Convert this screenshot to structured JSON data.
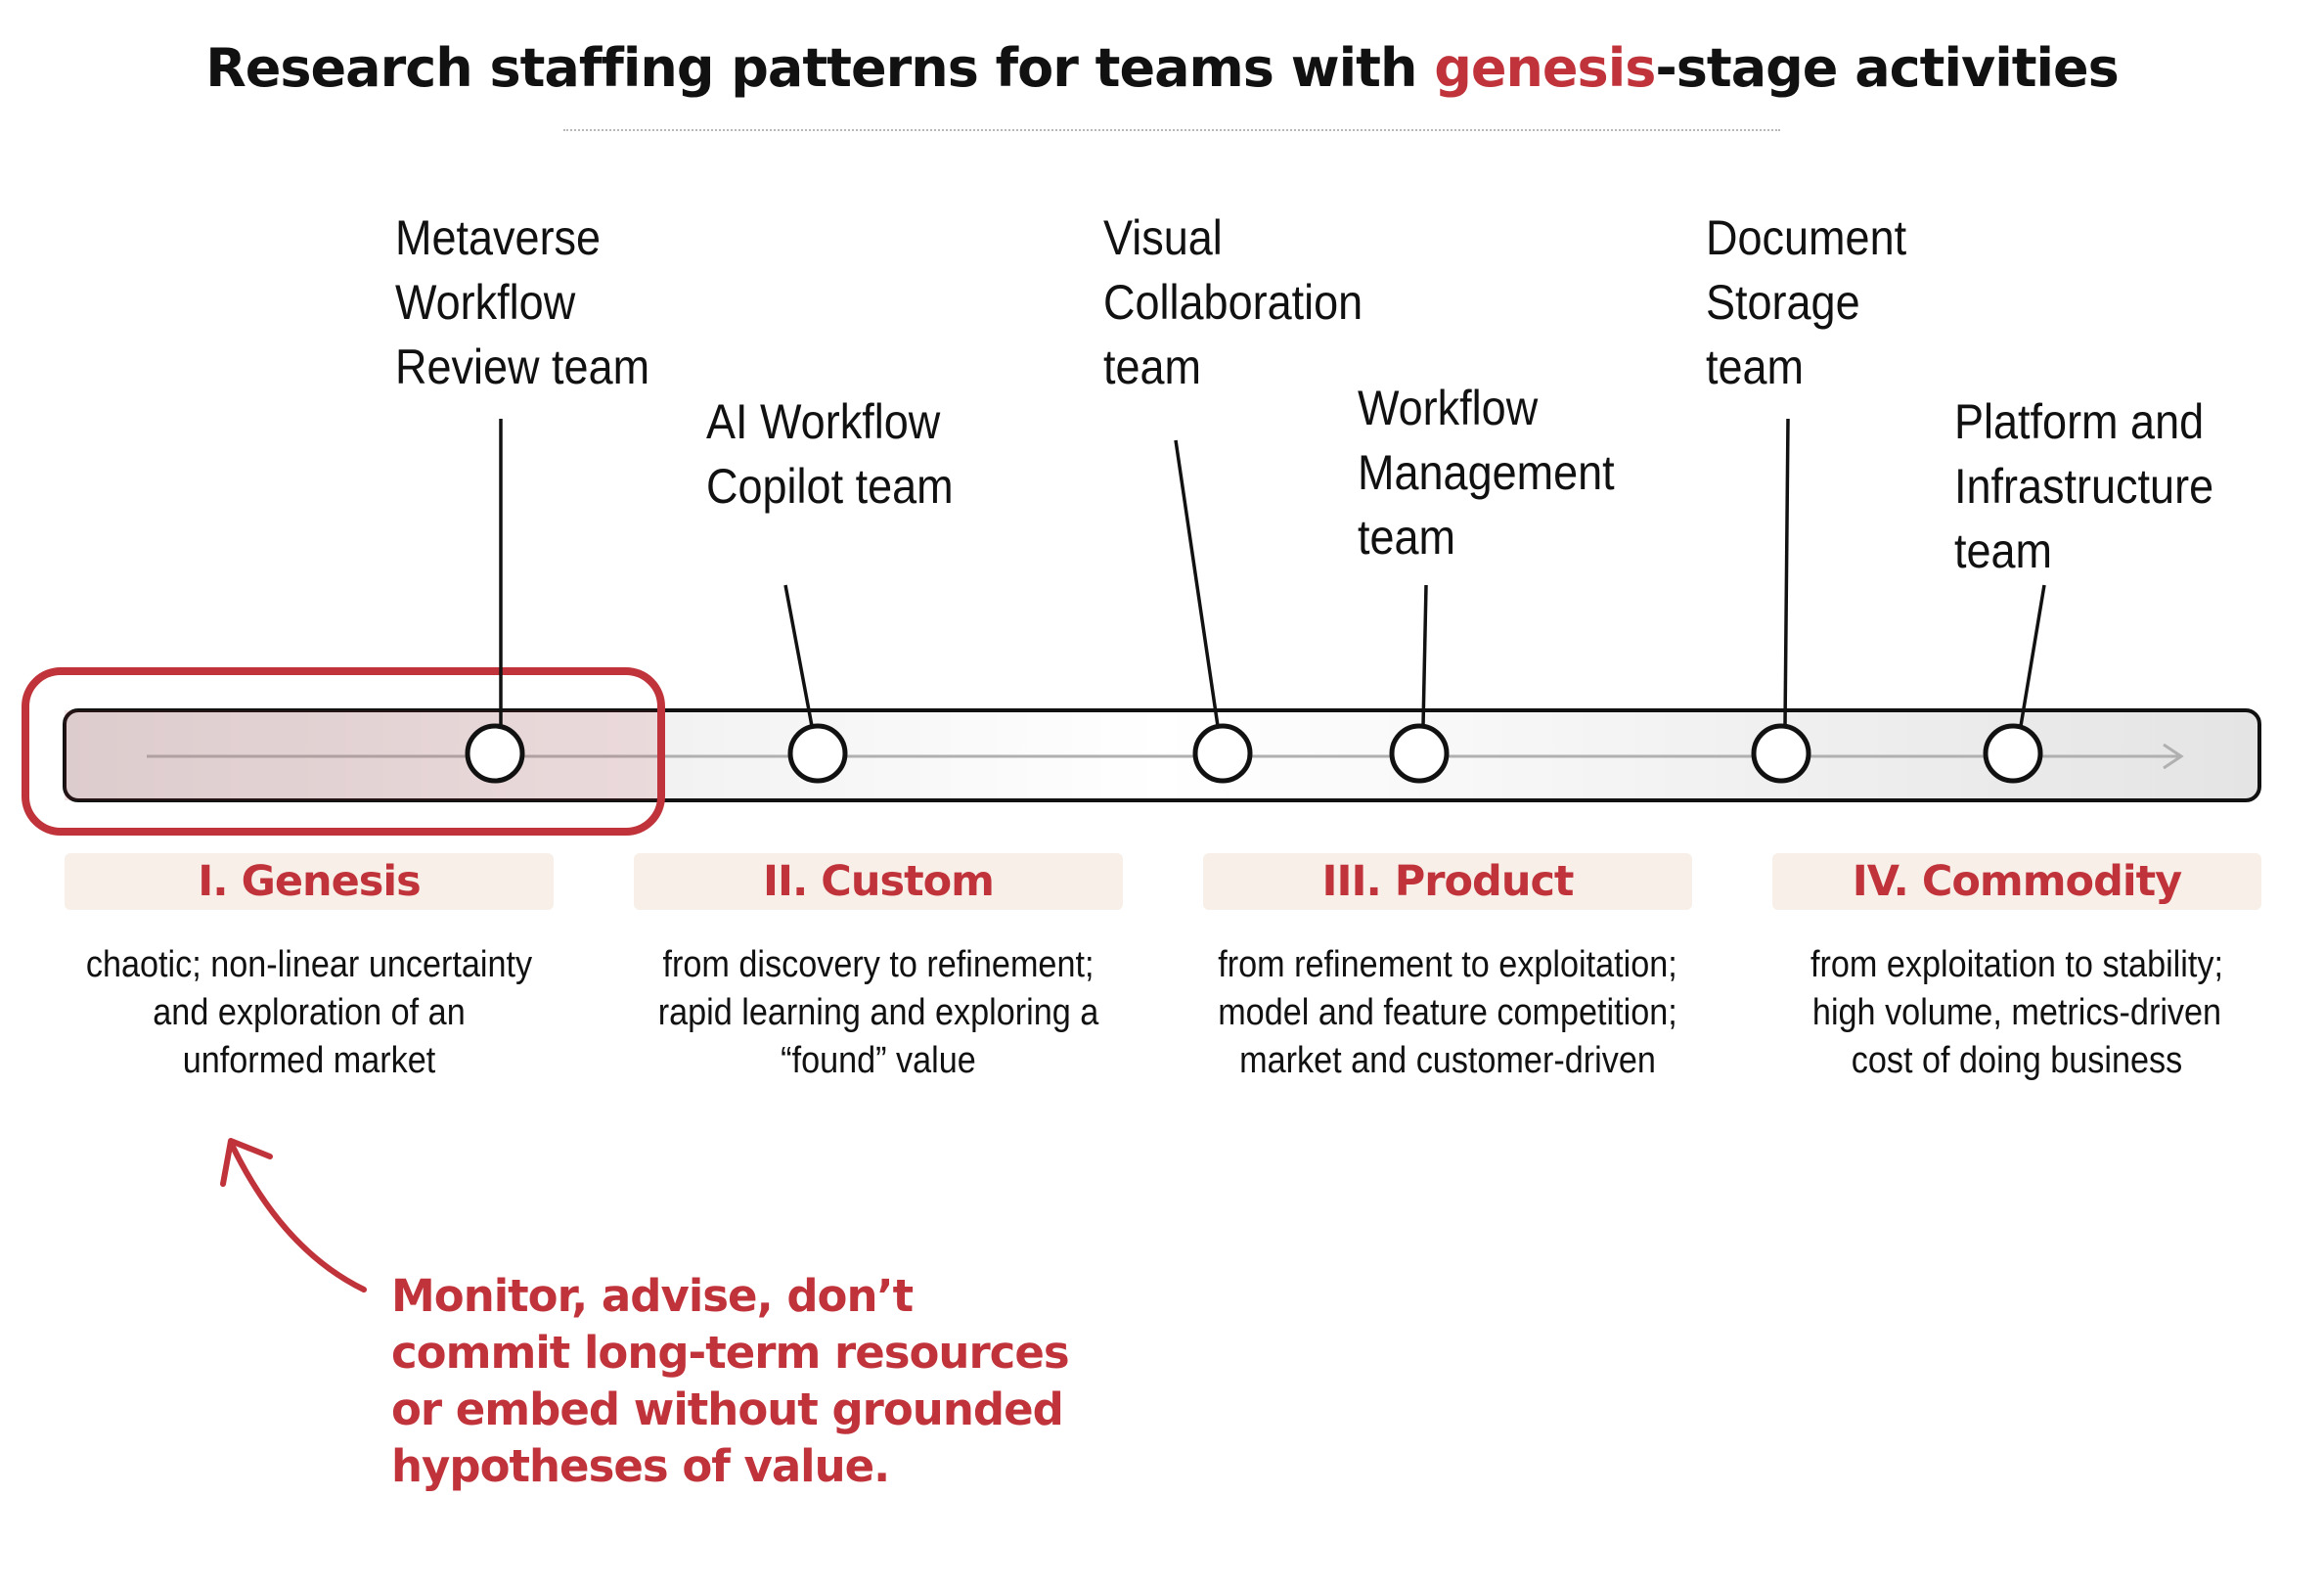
{
  "title": {
    "before": "Research staffing patterns for teams with ",
    "highlight": "genesis",
    "after": "-stage activities"
  },
  "teams": [
    {
      "label": "Metaverse\nWorkflow\nReview team"
    },
    {
      "label": "AI Workflow\nCopilot team"
    },
    {
      "label": "Visual\nCollaboration\nteam"
    },
    {
      "label": "Workflow\nManagement\nteam"
    },
    {
      "label": "Document\nStorage\nteam"
    },
    {
      "label": "Platform and\nInfrastructure\nteam"
    }
  ],
  "stages": [
    {
      "name": "I. Genesis",
      "description": "chaotic; non-linear uncertainty\nand exploration of an\nunformed market"
    },
    {
      "name": "II. Custom",
      "description": "from discovery to refinement;\nrapid learning and exploring a\n“found” value"
    },
    {
      "name": "III. Product",
      "description": "from refinement to exploitation;\nmodel and feature competition;\nmarket and customer-driven"
    },
    {
      "name": "IV. Commodity",
      "description": "from exploitation to stability;\nhigh volume, metrics-driven\ncost of doing business"
    }
  ],
  "callout": "Monitor, advise, don’t\ncommit long-term resources\nor embed without grounded\nhypotheses of value.",
  "colors": {
    "accent": "#c0333a",
    "stage_bg": "#f7efe8",
    "ink": "#111111"
  }
}
